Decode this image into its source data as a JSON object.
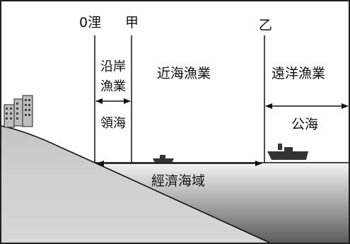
{
  "boundary_labels": {
    "zero_li": "0浬",
    "jia": "甲",
    "yi": "乙"
  },
  "zone_labels": {
    "coastal_fishery_line1": "沿岸",
    "coastal_fishery_line2": "漁業",
    "offshore_fishery": "近海漁業",
    "deep_sea_fishery": "遠洋漁業",
    "territorial_sea": "領海",
    "high_seas": "公海",
    "eez": "經濟海域"
  },
  "colors": {
    "frame": "#222222",
    "sky": "#ffffff",
    "land_top": "#c8c8c8",
    "land_bottom": "#dcdcdc",
    "sea_top": "#f4f4f4",
    "sea_bottom": "#5a5a5a",
    "line": "#111111",
    "ship": "#333333"
  },
  "icons": [
    "buildings-icon",
    "small-boat-icon",
    "large-ship-icon",
    "arrow-icon"
  ]
}
